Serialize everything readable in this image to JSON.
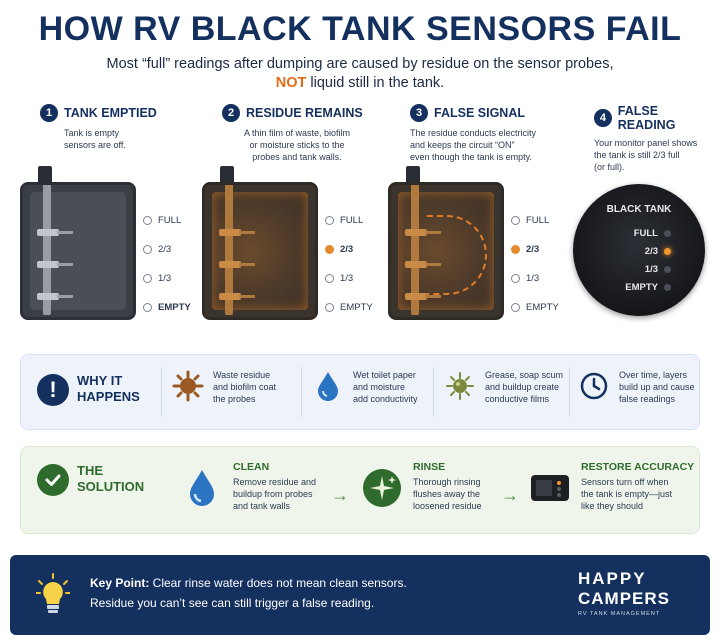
{
  "header": {
    "title": "HOW RV BLACK TANK SENSORS FAIL",
    "subtitle_line1": "Most “full” readings after dumping are caused by residue on the sensor probes,",
    "subtitle_not": "NOT",
    "subtitle_line2_rest": " liquid still in the tank."
  },
  "steps": [
    {
      "num": "1",
      "title": "TANK EMPTIED",
      "desc": "Tank is empty\nsensors are off."
    },
    {
      "num": "2",
      "title": "RESIDUE REMAINS",
      "desc": "A thin film of waste, biofilm\nor moisture sticks to the\nprobes and tank walls."
    },
    {
      "num": "3",
      "title": "FALSE SIGNAL",
      "desc": "The residue conducts electricity\nand keeps the circuit “ON”\neven though the tank is empty."
    },
    {
      "num": "4",
      "title": "FALSE READING",
      "desc": "Your monitor panel shows\nthe tank is still 2/3 full\n(or full)."
    }
  ],
  "levels": [
    "FULL",
    "2/3",
    "1/3",
    "EMPTY"
  ],
  "tank_readings": [
    {
      "active": "",
      "bold": "EMPTY"
    },
    {
      "active": "2/3",
      "bold": "2/3"
    },
    {
      "active": "2/3",
      "bold": "2/3"
    }
  ],
  "gauge": {
    "title": "BLACK TANK",
    "rows": [
      "FULL",
      "2/3",
      "1/3",
      "EMPTY"
    ],
    "active": "2/3"
  },
  "why": {
    "label": "WHY IT\nHAPPENS",
    "items": [
      {
        "icon": "residue-splat-icon",
        "text": "Waste residue\nand biofilm coat\nthe probes"
      },
      {
        "icon": "water-drop-icon",
        "text": "Wet toilet paper\nand moisture\nadd conductivity"
      },
      {
        "icon": "grease-scum-icon",
        "text": "Grease, soap scum\nand buildup create\nconductive films"
      },
      {
        "icon": "clock-icon",
        "text": "Over time, layers\nbuild up and cause\nfalse readings"
      }
    ]
  },
  "solution": {
    "label": "THE\nSOLUTION",
    "items": [
      {
        "icon": "clean-drop-icon",
        "heading": "CLEAN",
        "text": "Remove residue and\nbuildup from probes\nand tank walls"
      },
      {
        "icon": "rinse-sparkle-icon",
        "heading": "RINSE",
        "text": "Thorough rinsing\nflushes away the\nloosened residue"
      },
      {
        "icon": "monitor-panel-icon",
        "heading": "RESTORE ACCURACY",
        "text": "Sensors turn off when\nthe tank is empty—just\nlike they should"
      }
    ]
  },
  "footer": {
    "key_label": "Key Point:",
    "key_line1": " Clear rinse water does not mean clean sensors.",
    "key_line2": "Residue you can’t see can still trigger a false reading.",
    "brand_line1": "HAPPY",
    "brand_line2": "CAMPERS",
    "brand_tag": "RV TANK MANAGEMENT"
  },
  "colors": {
    "navy": "#14305e",
    "accent_orange": "#e46a17",
    "solution_green": "#2f6b2c"
  }
}
